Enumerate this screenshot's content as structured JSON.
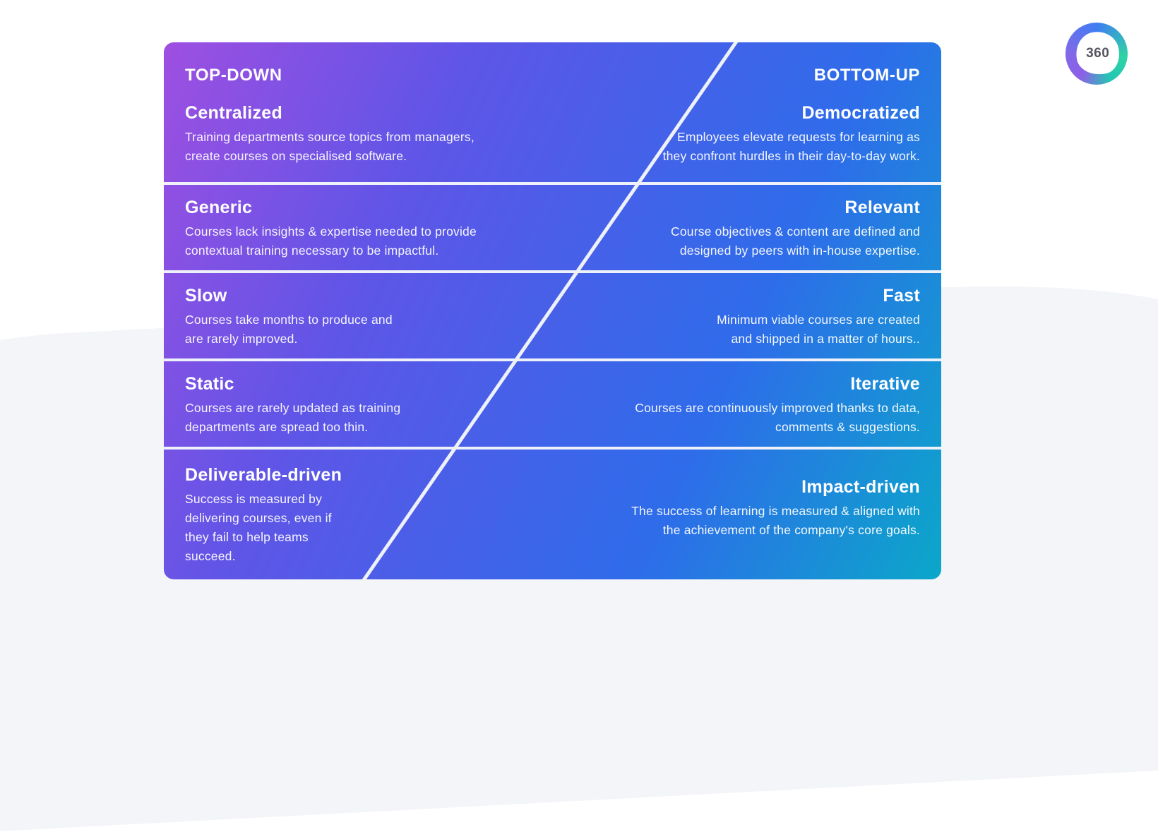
{
  "page": {
    "background_top_color": "#ffffff",
    "background_bottom_color": "#f4f5f9"
  },
  "logo": {
    "label": "360",
    "ring_colors": {
      "blue": "#3f7df2",
      "teal": "#2fd3a4",
      "purple": "#8d5fe6"
    },
    "text_color": "#55555f"
  },
  "comparison": {
    "gradient": {
      "start": "#9e4fe1",
      "mid_violet": "#5f55e7",
      "mid_blue": "#2e6cea",
      "end": "#0ba7c9"
    },
    "separator_color": "#eef1f9",
    "left_header": "TOP-DOWN",
    "right_header": "BOTTOM-UP",
    "rows": [
      {
        "left": {
          "title": "Centralized",
          "text": "Training departments source topics from managers,\ncreate courses on specialised software."
        },
        "right": {
          "title": "Democratized",
          "text": "Employees elevate requests for learning as\nthey confront hurdles in their day-to-day work."
        }
      },
      {
        "left": {
          "title": "Generic",
          "text": "Courses lack insights & expertise needed to provide\ncontextual training necessary to be impactful."
        },
        "right": {
          "title": "Relevant",
          "text": "Course objectives & content are defined and\ndesigned by peers with in-house expertise."
        }
      },
      {
        "left": {
          "title": "Slow",
          "text": "Courses take months to produce and\nare rarely improved."
        },
        "right": {
          "title": "Fast",
          "text": "Minimum viable courses are created\nand shipped in a matter of hours.."
        }
      },
      {
        "left": {
          "title": "Static",
          "text": "Courses are rarely updated as training\ndepartments are spread too thin."
        },
        "right": {
          "title": "Iterative",
          "text": "Courses are continuously improved thanks to data,\ncomments & suggestions."
        }
      },
      {
        "left": {
          "title": "Deliverable-driven",
          "text": "Success is measured by\ndelivering courses, even if\nthey fail to help teams\nsucceed."
        },
        "right": {
          "title": "Impact-driven",
          "text": "The success of learning is measured & aligned with\nthe achievement of the company's core goals."
        }
      }
    ]
  }
}
